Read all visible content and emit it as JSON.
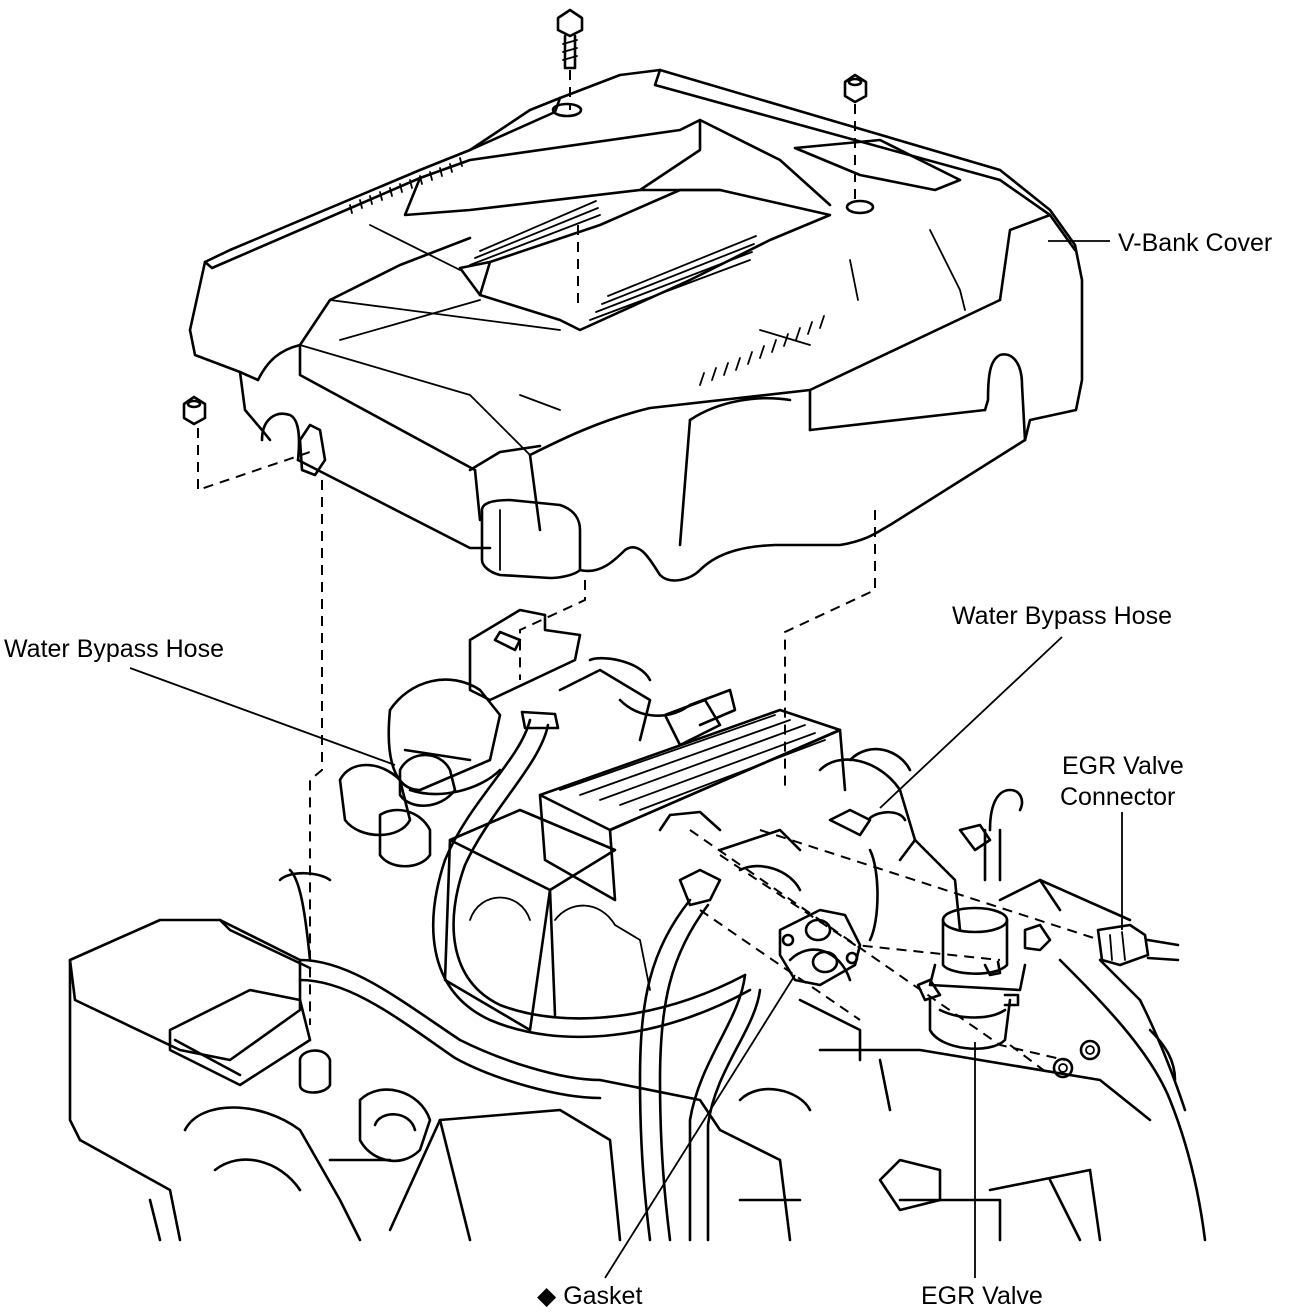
{
  "labels": {
    "v_bank_cover": "V-Bank Cover",
    "water_bypass_hose_left": "Water Bypass Hose",
    "water_bypass_hose_right": "Water Bypass Hose",
    "egr_valve_connector_line1": "EGR Valve",
    "egr_valve_connector_line2": "Connector",
    "gasket": "Gasket",
    "gasket_marker": "◆",
    "egr_valve": "EGR Valve"
  },
  "icons": {
    "gasket_marker": "diamond-icon"
  }
}
